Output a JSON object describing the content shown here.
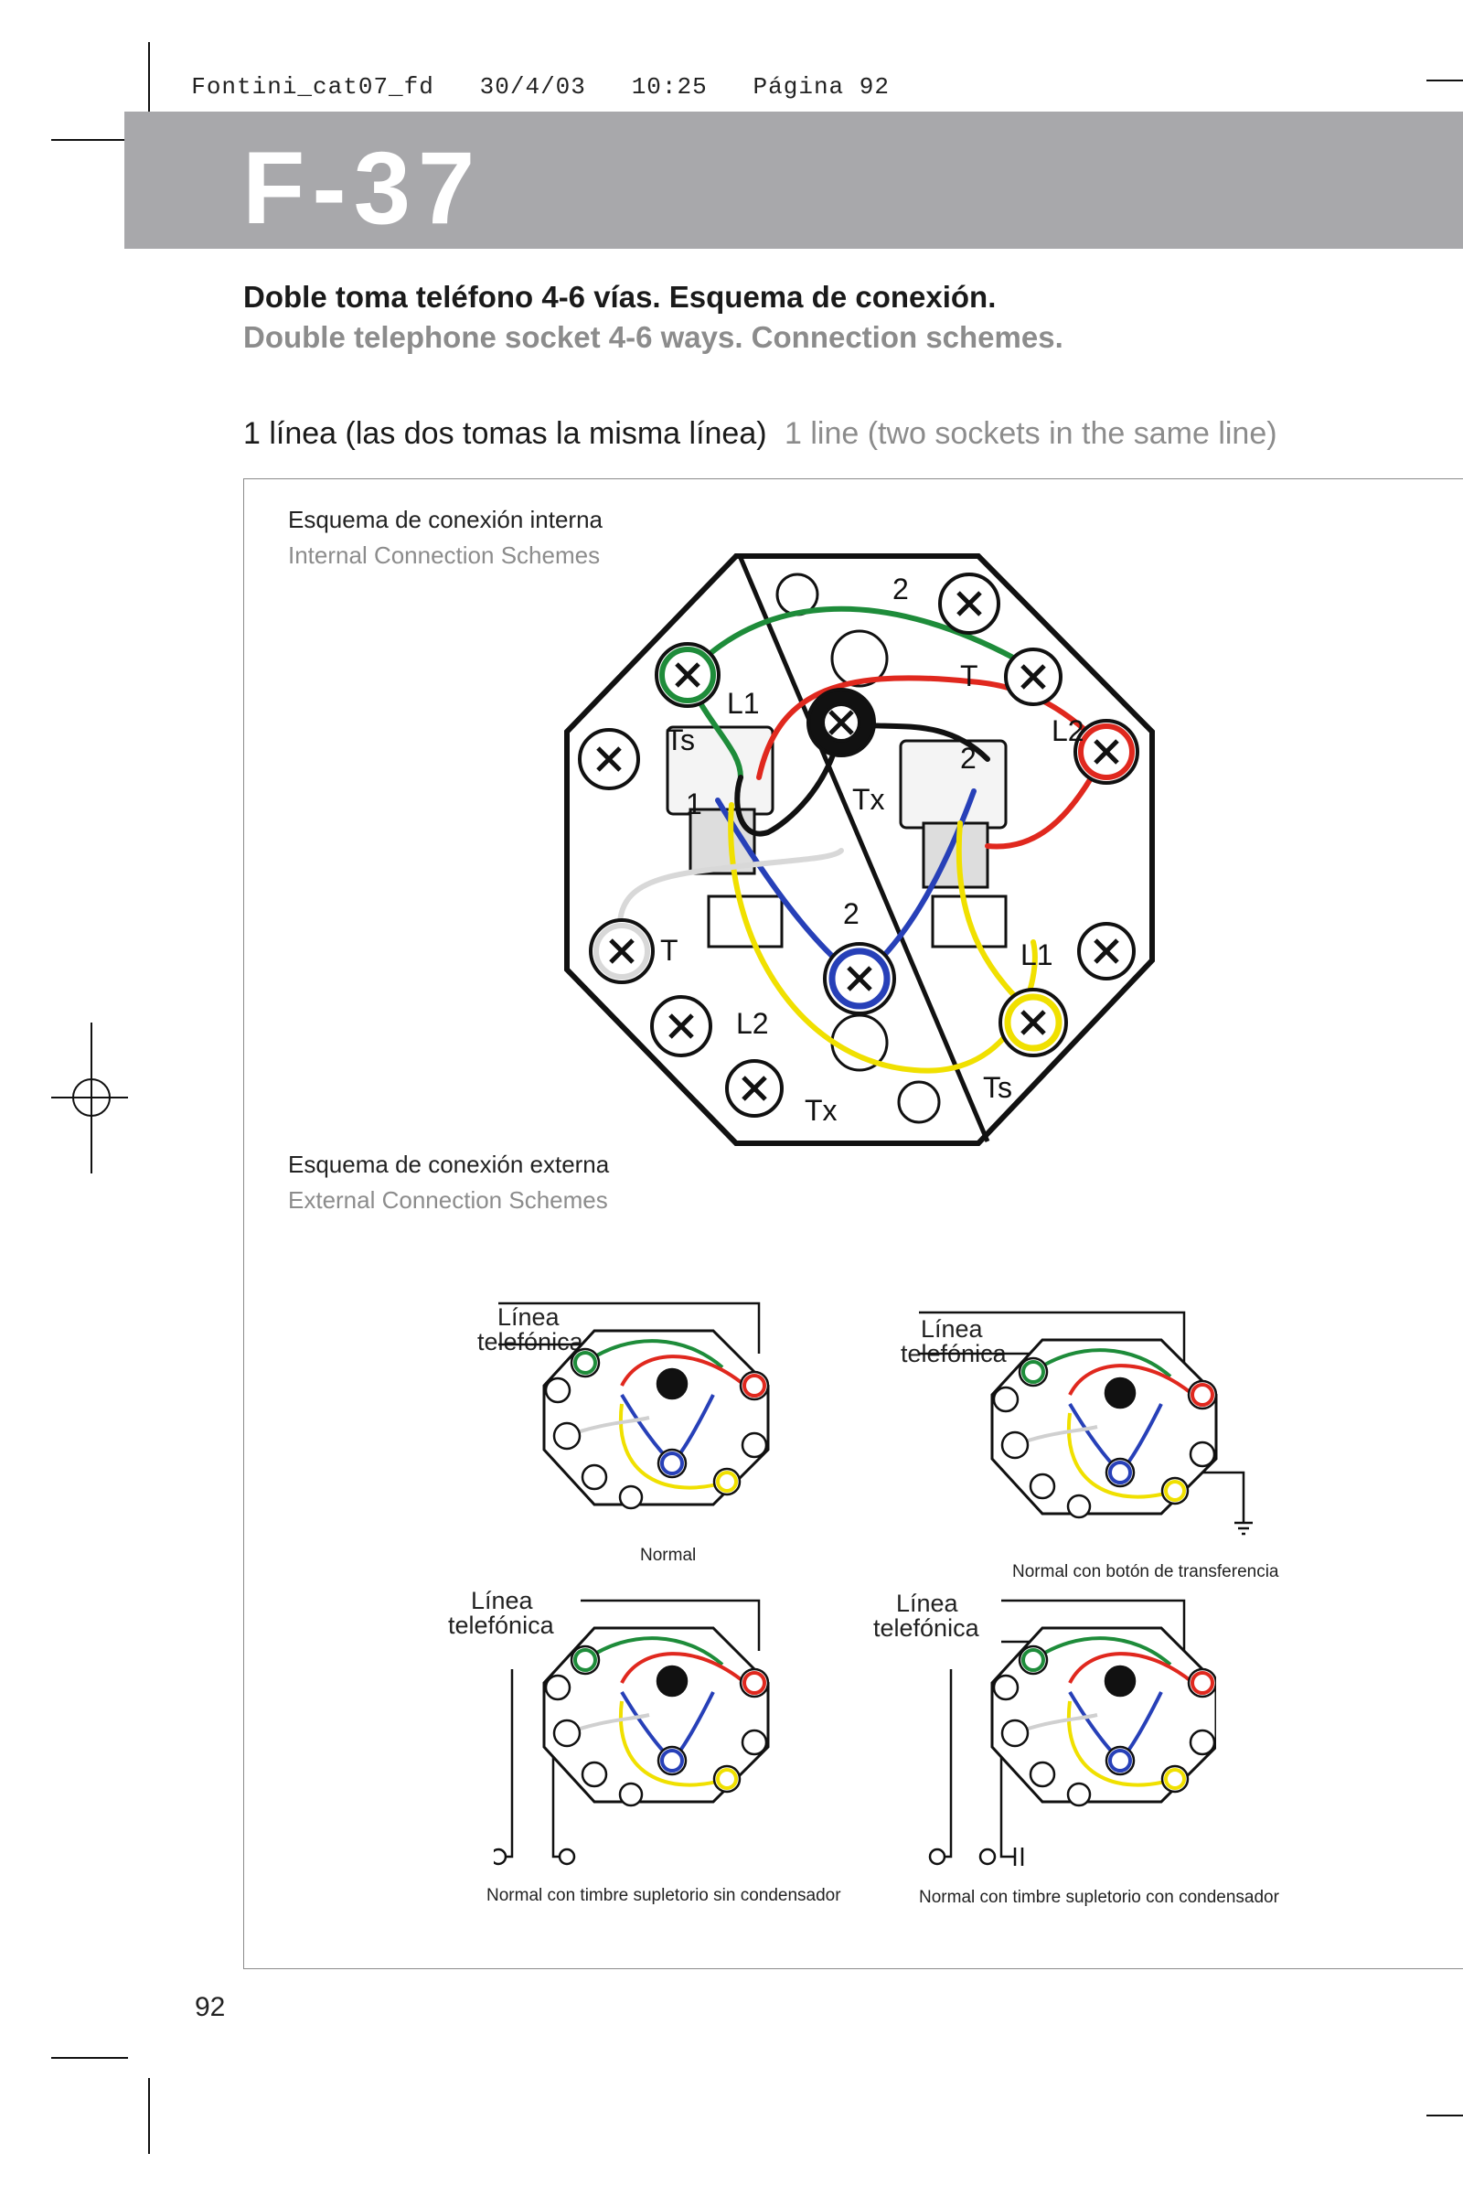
{
  "print_header": {
    "file": "Fontini_cat07_fd",
    "date": "30/4/03",
    "time": "10:25",
    "page": "Página 92"
  },
  "banner": {
    "code": "F-37"
  },
  "title": {
    "es": "Doble toma teléfono 4-6 vías. Esquema de conexión.",
    "en": "Double telephone socket 4-6 ways. Connection schemes."
  },
  "subtitle": {
    "es": "1 línea (las dos tomas la misma línea)",
    "en": "1 line (two sockets in the same line)"
  },
  "internal": {
    "caption_es": "Esquema de conexión interna",
    "caption_en": "Internal Connection Schemes",
    "labels": {
      "L1": "L1",
      "L2": "L2",
      "Ts": "Ts",
      "Tx": "Tx",
      "T": "T",
      "n1": "1",
      "n2": "2"
    }
  },
  "external": {
    "caption_es": "Esquema de conexión externa",
    "caption_en": "External Connection Schemes",
    "line_label_1": "Línea",
    "line_label_2": "telefónica",
    "diagrams": [
      {
        "caption": "Normal"
      },
      {
        "caption": "Normal con botón de transferencia"
      },
      {
        "caption": "Normal con timbre supletorio sin condensador"
      },
      {
        "caption": "Normal con timbre supletorio con condensador"
      }
    ]
  },
  "page_number": "92",
  "colors": {
    "banner": "#a8a8ab",
    "wire_green": "#1e8c3a",
    "wire_red": "#e0281e",
    "wire_black": "#111111",
    "wire_blue": "#2740b8",
    "wire_yellow": "#f0e000",
    "wire_white": "#e8e8e8"
  }
}
